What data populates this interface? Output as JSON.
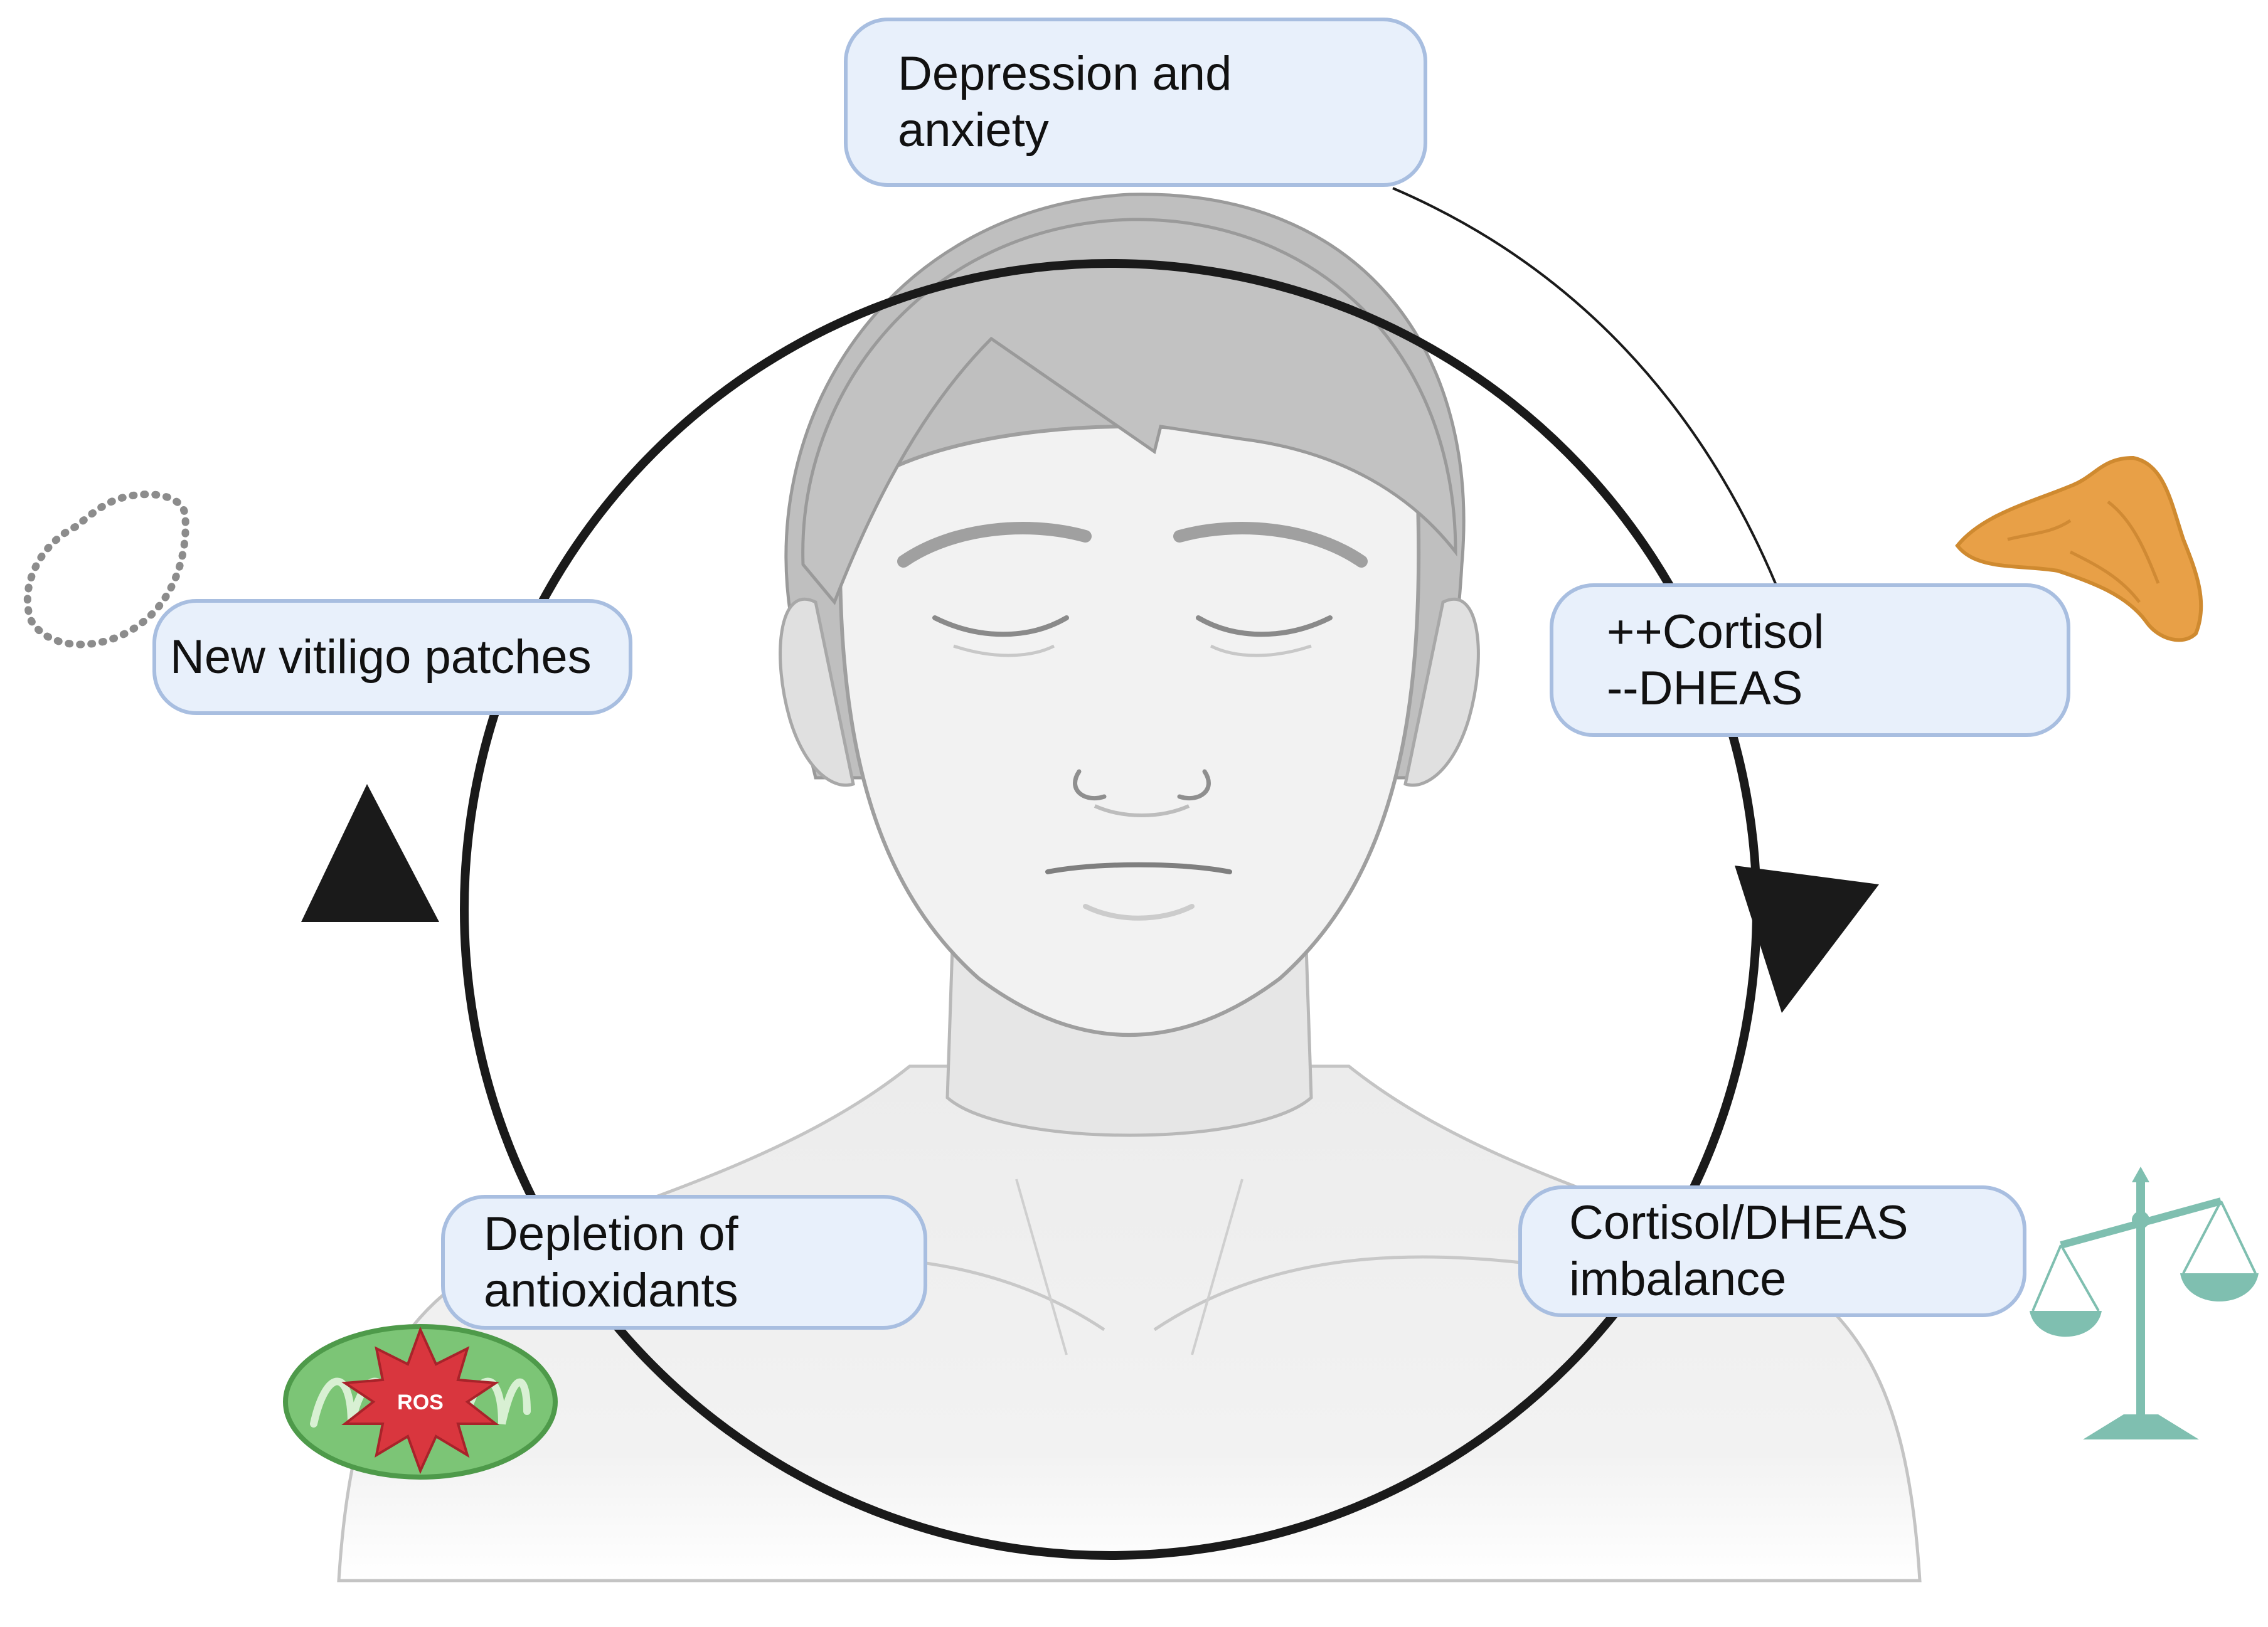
{
  "diagram": {
    "nodes": [
      {
        "id": "depression",
        "lines": [
          "Depression and",
          "anxiety"
        ]
      },
      {
        "id": "cortisol",
        "lines": [
          "++Cortisol",
          "--DHEAS"
        ]
      },
      {
        "id": "imbalance",
        "lines": [
          "Cortisol/DHEAS",
          "imbalance"
        ]
      },
      {
        "id": "antioxidants",
        "lines": [
          "Depletion of",
          "antioxidants"
        ]
      },
      {
        "id": "vitiligo",
        "lines": [
          "New vitiligo patches"
        ]
      }
    ],
    "cycle_order": [
      "depression",
      "cortisol",
      "imbalance",
      "antioxidants",
      "vitiligo"
    ],
    "icons": {
      "vitiligo": "vitiligo-patch-icon",
      "cortisol": "adrenal-gland-icon",
      "imbalance": "balance-scale-icon",
      "antioxidants": "mitochondrion-ros-icon"
    },
    "ros_label": "ROS",
    "colors": {
      "box_fill": "#e8f0fb",
      "box_border": "#a8bee0",
      "arrow": "#1a1a1a",
      "adrenal": "#e8a047",
      "scale": "#7fbfb0",
      "mitochondrion": "#7cc576",
      "ros_burst": "#d9363e"
    }
  }
}
